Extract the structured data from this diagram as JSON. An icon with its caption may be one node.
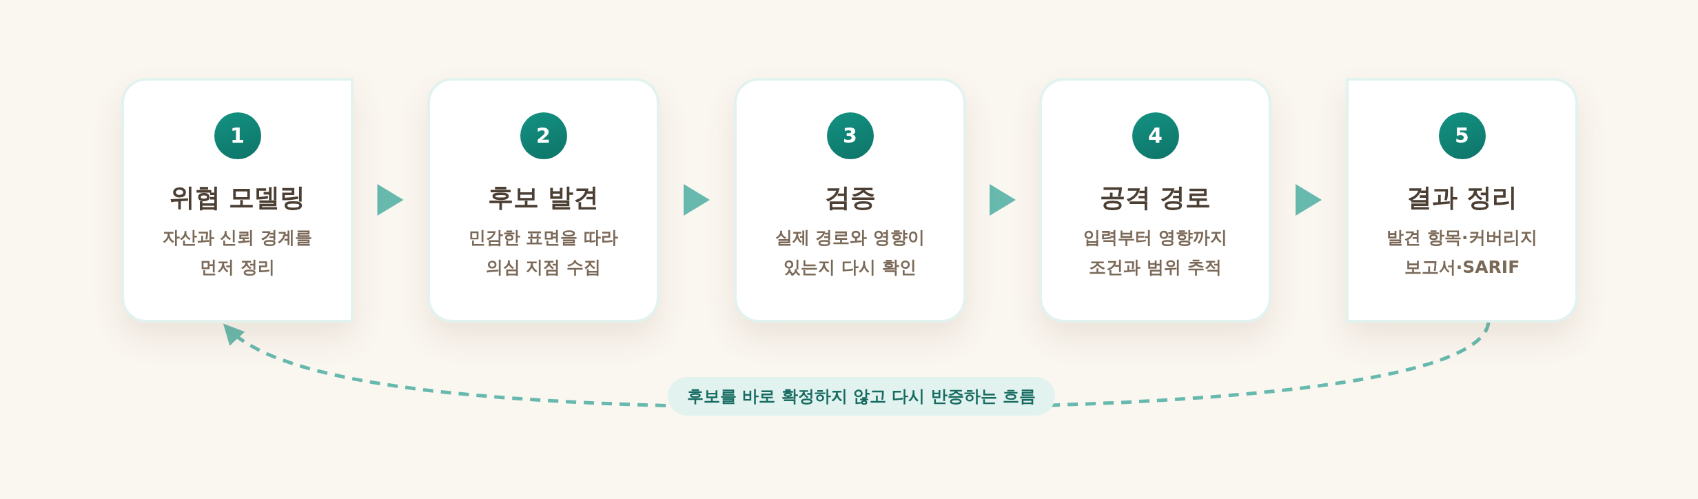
{
  "diagram": {
    "nodes": [
      {
        "text": [
          "1",
          "위협 모델링",
          "자산과 신뢰 경계를 먼저 정리"
        ]
      },
      {
        "text": [
          "2",
          "후보 발견",
          "민감한 표면을 따라 의심 지점 수집"
        ]
      },
      {
        "text": [
          "3",
          "검증",
          "실제 경로와 영향이 있는지 다시 확인"
        ]
      },
      {
        "text": [
          "4",
          "공격 경로",
          "입력부터 영향까지 조건과 범위 추적"
        ]
      },
      {
        "text": [
          "5",
          "결과 정리",
          "발견 항목·커버리지 보고서·SARIF"
        ]
      }
    ],
    "edges": [
      {
        "from": 0,
        "to": 1,
        "arrow": "to"
      },
      {
        "from": 1,
        "to": 2,
        "arrow": "to"
      },
      {
        "from": 2,
        "to": 3,
        "arrow": "to"
      },
      {
        "from": 3,
        "to": 4,
        "arrow": "to"
      },
      {
        "from": 4,
        "to": 0,
        "arrow": "to",
        "style": "dashed",
        "label": "후보를 바로 확정하지 않고 다시 반증하는 흐름"
      }
    ]
  }
}
